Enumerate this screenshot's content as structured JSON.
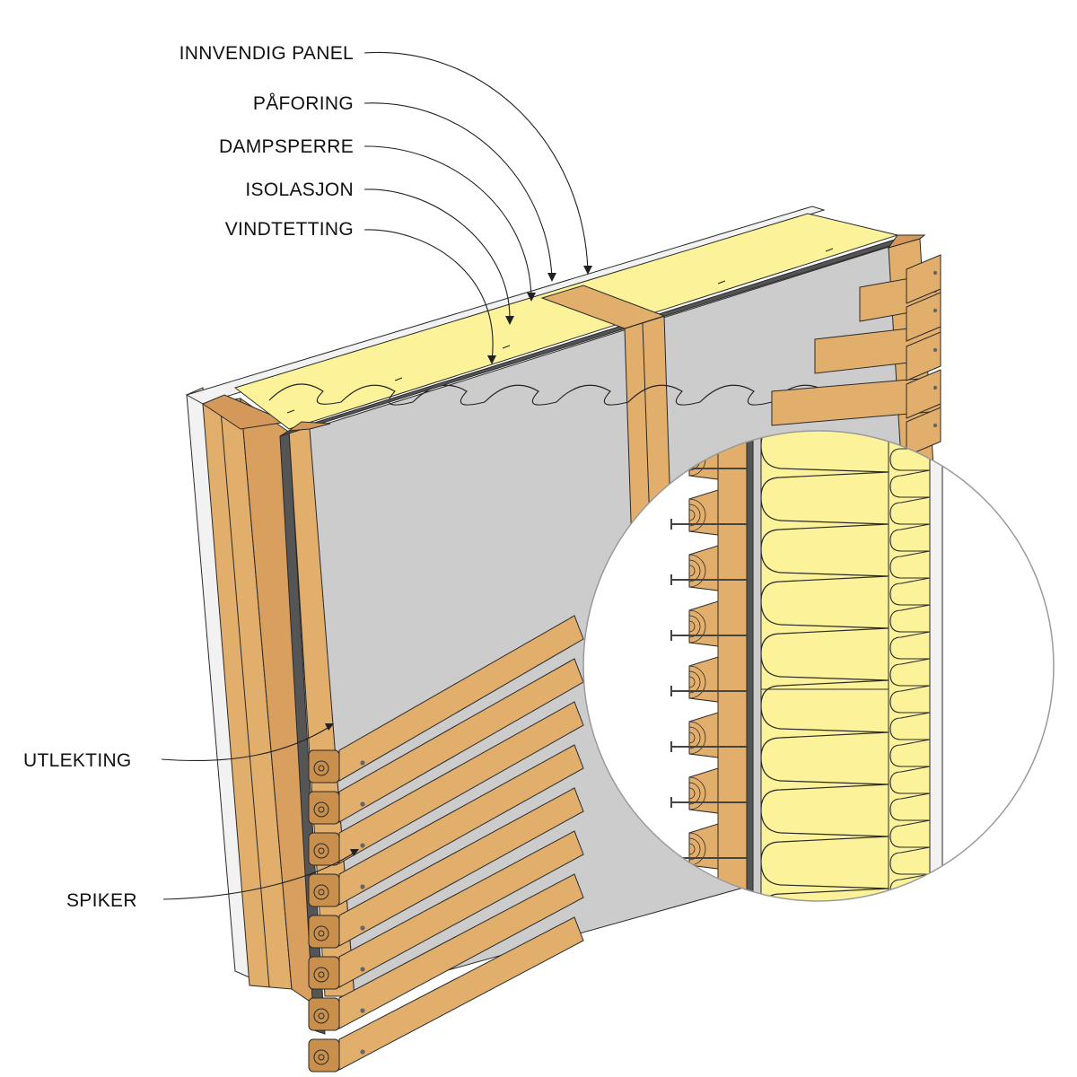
{
  "labels": {
    "innvendig_panel": "INNVENDIG PANEL",
    "paforing": "PÅFORING",
    "dampsperre": "DAMPSPERRE",
    "isolasjon": "ISOLASJON",
    "vindtetting": "VINDTETTING",
    "utlekting": "UTLEKTING",
    "spiker": "SPIKER"
  },
  "colors": {
    "wood": "#E2AE6C",
    "wood_dark": "#C98F4C",
    "insulation": "#FBF29A",
    "wind_barrier": "#CCCCCC",
    "vapor_barrier": "#555555",
    "interior_panel": "#F2F2F2",
    "line": "#222222"
  }
}
